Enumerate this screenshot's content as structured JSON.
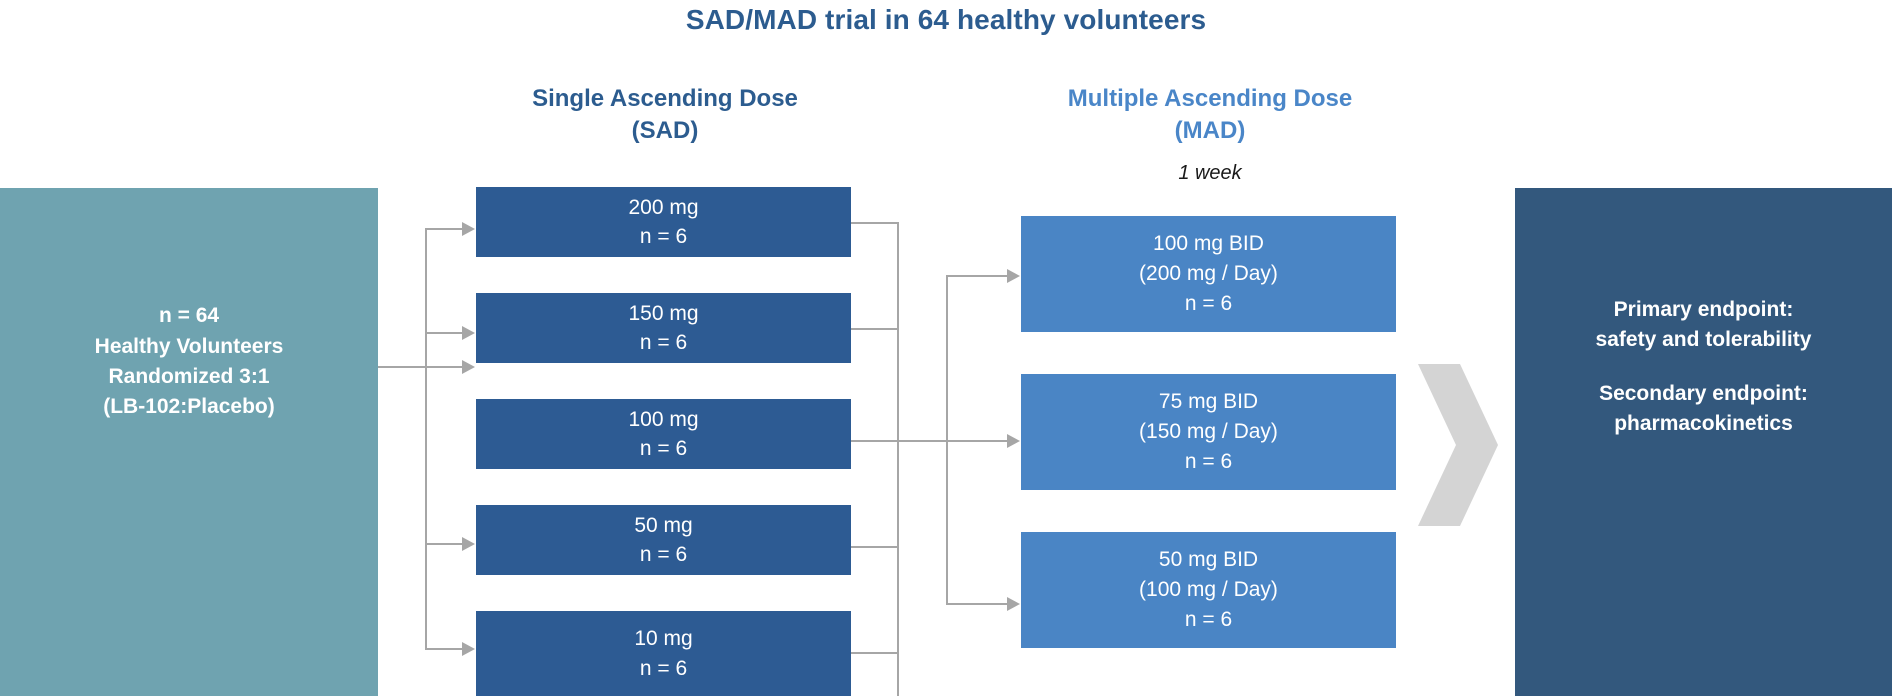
{
  "title": "SAD/MAD trial in 64 healthy volunteers",
  "columns": {
    "sad": {
      "line1": "Single Ascending Dose",
      "line2": "(SAD)"
    },
    "mad": {
      "line1": "Multiple Ascending Dose",
      "line2": "(MAD)",
      "duration": "1 week"
    }
  },
  "enrollment": {
    "line1": "n = 64",
    "line2": "Healthy Volunteers",
    "line3": "Randomized 3:1",
    "line4": "(LB-102:Placebo)"
  },
  "sad_cohorts": [
    {
      "dose": "200 mg",
      "n": "n = 6"
    },
    {
      "dose": "150 mg",
      "n": "n = 6"
    },
    {
      "dose": "100 mg",
      "n": "n = 6"
    },
    {
      "dose": "50 mg",
      "n": "n = 6"
    },
    {
      "dose": "10 mg",
      "n": "n = 6"
    }
  ],
  "mad_cohorts": [
    {
      "dose": "100 mg BID",
      "daily": "(200 mg / Day)",
      "n": "n = 6"
    },
    {
      "dose": "75 mg BID",
      "daily": "(150 mg / Day)",
      "n": "n = 6"
    },
    {
      "dose": "50 mg BID",
      "daily": "(100 mg / Day)",
      "n": "n = 6"
    }
  ],
  "endpoints": {
    "primary_label": "Primary endpoint:",
    "primary_value": "safety and tolerability",
    "secondary_label": "Secondary endpoint:",
    "secondary_value": "pharmacokinetics"
  },
  "colors": {
    "title_blue": "#2c5c8f",
    "teal": "#6fa3b0",
    "sad_blue": "#2d5b93",
    "mad_blue": "#4a85c5",
    "endpoint_blue": "#33587d",
    "connector_gray": "#a6a6a6",
    "chevron_gray": "#d4d4d4"
  }
}
